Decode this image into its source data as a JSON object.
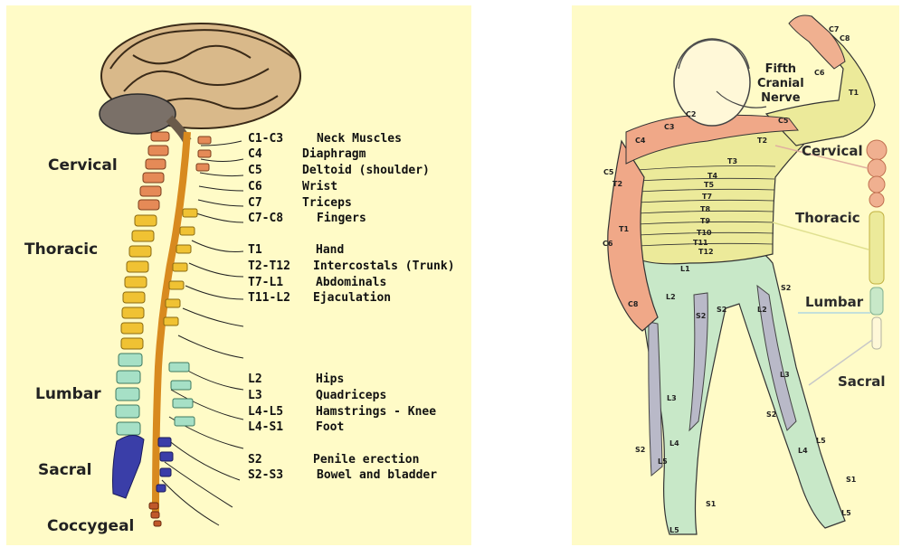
{
  "left": {
    "regions": [
      "Cervical",
      "Thoracic",
      "Lumbar",
      "Sacral",
      "Coccygeal"
    ],
    "levels": [
      {
        "code": "C1-C3",
        "function": "Neck Muscles"
      },
      {
        "code": "C4",
        "function": "Diaphragm"
      },
      {
        "code": "C5",
        "function": "Deltoid (shoulder)"
      },
      {
        "code": "C6",
        "function": "Wrist"
      },
      {
        "code": "C7",
        "function": "Triceps"
      },
      {
        "code": "C7-C8",
        "function": "Fingers"
      },
      {
        "code": "T1",
        "function": "Hand"
      },
      {
        "code": "T2-T12",
        "function": "Intercostals (Trunk)"
      },
      {
        "code": "T7-L1",
        "function": "Abdominals"
      },
      {
        "code": "T11-L2",
        "function": "Ejaculation"
      },
      {
        "code": "L2",
        "function": "Hips"
      },
      {
        "code": "L3",
        "function": "Quadriceps"
      },
      {
        "code": "L4-L5",
        "function": "Hamstrings - Knee"
      },
      {
        "code": "L4-S1",
        "function": "Foot"
      },
      {
        "code": "S2",
        "function": "Penile erection"
      },
      {
        "code": "S2-S3",
        "function": "Bowel and bladder"
      }
    ]
  },
  "right": {
    "cranial": [
      "Fifth",
      "Cranial",
      "Nerve"
    ],
    "regions": [
      "Cervical",
      "Thoracic",
      "Lumbar",
      "Sacral"
    ],
    "dermatomes": [
      "C7",
      "C8",
      "C6",
      "T1",
      "C2",
      "C3",
      "C5",
      "C4",
      "T2",
      "T3",
      "C5",
      "T2",
      "T4",
      "T5",
      "T7",
      "T8",
      "T9",
      "T10",
      "T11",
      "T12",
      "T1",
      "C6",
      "L1",
      "L2",
      "C8",
      "S2",
      "S2",
      "S2",
      "L2",
      "L3",
      "L3",
      "S2",
      "L4",
      "L5",
      "L4",
      "S2",
      "L5",
      "S1",
      "S1",
      "L5",
      "L5"
    ]
  },
  "colors": {
    "panel": "#fffbc7",
    "cervical": "#e58a57",
    "thoracic": "#f0c233",
    "lumbar": "#a6e0c6",
    "sacral": "#3a3ea8",
    "coccygeal": "#c0582a"
  }
}
